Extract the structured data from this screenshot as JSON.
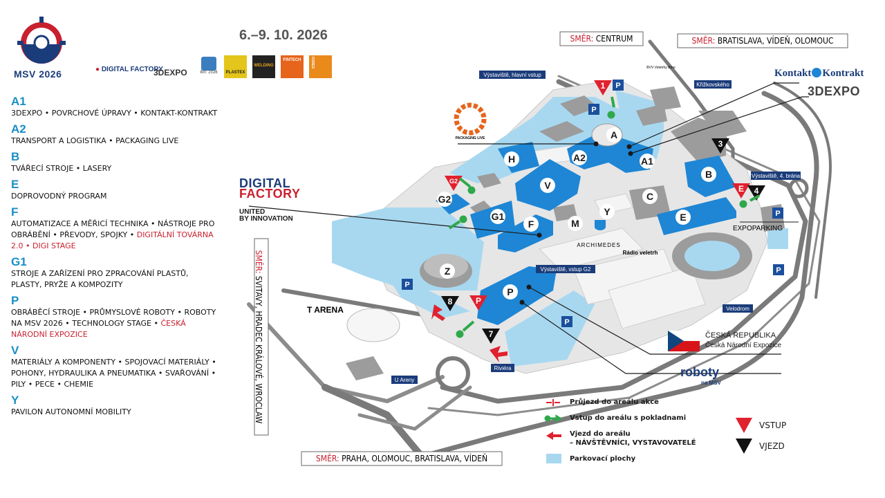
{
  "event": {
    "logo_text": "MSV 2026",
    "dates": "6.–9. 10. 2026",
    "partner_logos": [
      "DIGITAL FACTORY",
      "3DEXPO",
      "IMT 2026",
      "PLASTEX",
      "WELDING",
      "FINTECH",
      "FOREX"
    ]
  },
  "halls": [
    {
      "code": "A1",
      "desc": "3DEXPO • POVRCHOVÉ ÚPRAVY • KONTAKT-KONTRAKT",
      "highlight": ""
    },
    {
      "code": "A2",
      "desc": "TRANSPORT A LOGISTIKA • PACKAGING LIVE",
      "highlight": ""
    },
    {
      "code": "B",
      "desc": "TVÁŘECÍ STROJE • LASERY",
      "highlight": ""
    },
    {
      "code": "E",
      "desc": "DOPROVODNÝ PROGRAM",
      "highlight": ""
    },
    {
      "code": "F",
      "desc": "AUTOMATIZACE A MĚŘICÍ TECHNIKA • NÁSTROJE PRO OBRÁBĚNÍ • PŘEVODY, SPOJKY • ",
      "highlight": "DIGITÁLNÍ TOVÁRNA 2.0 • DIGI STAGE"
    },
    {
      "code": "G1",
      "desc": "STROJE A ZAŘÍZENÍ PRO ZPRACOVÁNÍ PLASTŮ, PLASTY, PRYŽE A KOMPOZITY",
      "highlight": ""
    },
    {
      "code": "P",
      "desc": "OBRÁBĚCÍ STROJE • PRŮMYSLOVÉ ROBOTY • ROBOTY NA MSV 2026 • TECHNOLOGY STAGE • ",
      "highlight": "ČESKÁ NÁRODNÍ EXPOZICE"
    },
    {
      "code": "V",
      "desc": "MATERIÁLY A KOMPONENTY • SPOJOVACÍ MATERIÁLY • POHONY, HYDRAULIKA A PNEUMATIKA • SVAŘOVÁNÍ • PILY • PECE • CHEMIE",
      "highlight": ""
    },
    {
      "code": "Y",
      "desc": "PAVILON AUTONOMNÍ MOBILITY",
      "highlight": ""
    }
  ],
  "directions": {
    "centrum": {
      "prefix": "SMĚR:",
      "text": " CENTRUM"
    },
    "bratislava_top": {
      "prefix": "SMĚR:",
      "text": " BRATISLAVA, VÍDEŇ, OLOMOUC"
    },
    "bottom": {
      "prefix": "SMĚR:",
      "text": " PRAHA, OLOMOUC, BRATISLAVA, VÍDEŇ"
    },
    "left": {
      "prefix": "SMĚR:",
      "text": " SVITAVY, HRADEC KRÁLOVÉ, WROCLAW"
    }
  },
  "stops": {
    "main_entrance": "Výstaviště, hlavní vstup",
    "krizkovskeho": "Křižkovského",
    "gate4": "Výstaviště, 4. brána",
    "gate_g2": "Výstaviště, vstup G2",
    "velodrom": "Velodrom",
    "riviera": "Riviéra",
    "u_areny": "U Areny"
  },
  "places": {
    "expoparking": "EXPOPARKING",
    "t_arena": "T ARENA",
    "archimedes": "ARCHIMEDES",
    "radio_veletrh": "Rádio veletrh",
    "packaging_live": "PACKAGING LIVE",
    "brno_velodrom": "BVV Veletrhy Brno"
  },
  "hall_labels": [
    "A",
    "A2",
    "A1",
    "H",
    "V",
    "B",
    "C",
    "E",
    "G2",
    "G1",
    "F",
    "M",
    "Y",
    "Z",
    "P"
  ],
  "gates": {
    "entry": [
      "1",
      "G2",
      "E",
      "P"
    ],
    "drive": [
      "3",
      "4",
      "7",
      "8"
    ]
  },
  "brands": {
    "kontakt": "Kontakt",
    "kontrakt": "Kontrakt",
    "expo3d": "3DEXPO",
    "digital": "DIGITAL",
    "factory": "FACTORY",
    "united": "UNITED",
    "innovation": "BY INNOVATION",
    "cr_title": "ČESKÁ REPUBLIKA",
    "cr_sub": "Česká Národní Expozice",
    "roboty": "roboty",
    "na_msv": "na MSV"
  },
  "legend": {
    "pass": "Průjezd do areálu akce",
    "entry": "Vstup do areálu s pokladnami",
    "drive": "Vjezd do areálu",
    "drive2": "– NÁVŠTĚVNÍCI, VYSTAVOVATELÉ",
    "parking": "Parkovací plochy",
    "vstup": "VSTUP",
    "vjezd": "VJEZD"
  },
  "colors": {
    "hall_blue": "#1e86d4",
    "parking_blue": "#a8d8f0",
    "entry_red": "#e0212e",
    "green": "#2ea84a",
    "road_gray": "#8c8c8c",
    "brand_navy": "#1b3c7a"
  }
}
